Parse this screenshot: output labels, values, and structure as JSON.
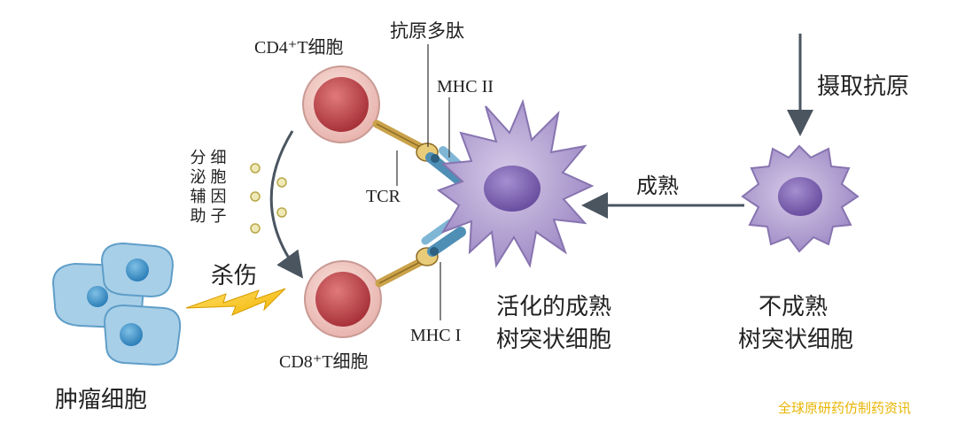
{
  "labels": {
    "cd4_cell": "CD4⁺T细胞",
    "antigen_peptide": "抗原多肽",
    "mhc2": "MHC II",
    "tcr": "TCR",
    "uptake_antigen": "摄取抗原",
    "maturation": "成熟",
    "cytokine_col1": "细胞因子",
    "cytokine_col2": "分泌辅助",
    "kill": "杀伤",
    "tumor_cell": "肿瘤细胞",
    "cd8_cell": "CD8⁺T细胞",
    "mhc1": "MHC I",
    "mature_dc_line1": "活化的成熟",
    "mature_dc_line2": "树突状细胞",
    "immature_dc_line1": "不成熟",
    "immature_dc_line2": "树突状细胞",
    "watermark": "全球原研药仿制药资讯"
  },
  "colors": {
    "t_cell_nucleus": "#c0444a",
    "t_cell_outer": "#f2c9c3",
    "dc_body": "#b8a6d6",
    "dc_nucleus": "#8a6fb8",
    "tumor_cell": "#a8cfe8",
    "tumor_nucleus": "#3e8fc4",
    "receptor_gold": "#c9a24a",
    "mhc_blue": "#4f8fb5",
    "arrow": "#4a5560",
    "watermark": "#e8b400"
  }
}
